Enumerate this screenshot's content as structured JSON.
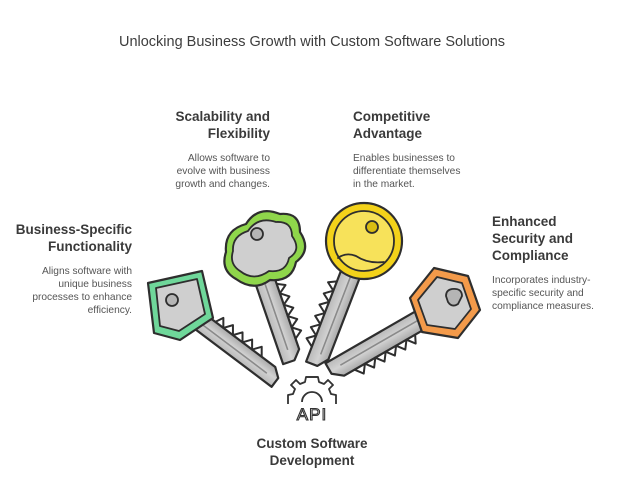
{
  "title": "Unlocking Business Growth with Custom Software Solutions",
  "center": {
    "icon": "gear-api-icon",
    "icon_text": "API",
    "title_line1": "Custom Software",
    "title_line2": "Development"
  },
  "keys": [
    {
      "id": "business-specific",
      "title_line1": "Business-Specific",
      "title_line2": "Functionality",
      "desc_line1": "Aligns software with",
      "desc_line2": "unique business",
      "desc_line3": "processes to enhance",
      "desc_line4": "efficiency.",
      "color": "#6fd79a",
      "shape": "pentagon"
    },
    {
      "id": "scalability",
      "title_line1": "Scalability and",
      "title_line2": "Flexibility",
      "desc_line1": "Allows software to",
      "desc_line2": "evolve with business",
      "desc_line3": "growth and changes.",
      "color": "#8fd64b",
      "shape": "cloud"
    },
    {
      "id": "competitive",
      "title_line1": "Competitive",
      "title_line2": "Advantage",
      "desc_line1": "Enables businesses to",
      "desc_line2": "differentiate themselves",
      "desc_line3": "in the market.",
      "color": "#f3d21a",
      "shape": "circle"
    },
    {
      "id": "security",
      "title_line1": "Enhanced",
      "title_line2": "Security and",
      "title_line3": "Compliance",
      "desc_line1": "Incorporates industry-",
      "desc_line2": "specific security and",
      "desc_line3": "compliance measures.",
      "color": "#f39a4a",
      "shape": "hexagon"
    }
  ]
}
